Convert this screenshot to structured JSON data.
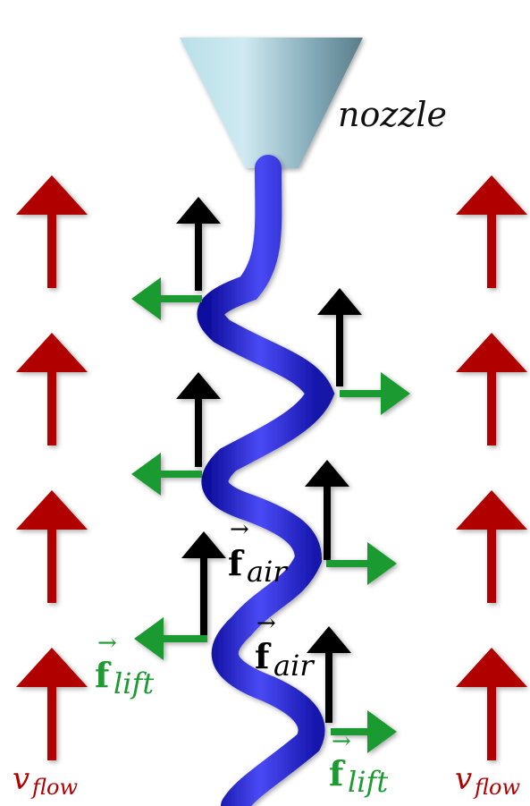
{
  "labels": {
    "nozzle": "nozzle",
    "f_symbol": "f",
    "air_sub": "air",
    "lift_sub": "lift",
    "v_symbol": "v",
    "flow_sub": "flow",
    "vec_arrow": "→"
  },
  "colors": {
    "flow_arrow": "#b00000",
    "lift_arrow": "#1e9a32",
    "air_arrow": "#000000",
    "jet": "#2a2ad8",
    "nozzle": "#9cc4d0"
  }
}
